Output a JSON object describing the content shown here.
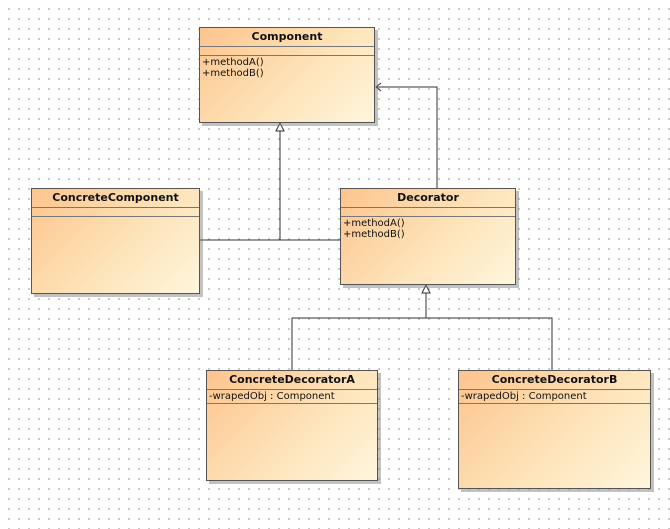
{
  "diagram": {
    "classes": {
      "component": {
        "name": "Component",
        "attributes": [],
        "operations": [
          "+methodA()",
          "+methodB()"
        ]
      },
      "concrete_component": {
        "name": "ConcreteComponent",
        "attributes": [],
        "operations": []
      },
      "decorator": {
        "name": "Decorator",
        "attributes": [],
        "operations": [
          "+methodA()",
          "+methodB()"
        ]
      },
      "concrete_decorator_a": {
        "name": "ConcreteDecoratorA",
        "attributes": [
          "-wrapedObj : Component"
        ],
        "operations": []
      },
      "concrete_decorator_b": {
        "name": "ConcreteDecoratorB",
        "attributes": [
          "-wrapedObj : Component"
        ],
        "operations": []
      }
    },
    "relationships": [
      {
        "type": "generalization",
        "from": "concrete_component",
        "to": "component"
      },
      {
        "type": "generalization",
        "from": "decorator",
        "to": "component"
      },
      {
        "type": "association",
        "from": "decorator",
        "to": "component"
      },
      {
        "type": "generalization",
        "from": "concrete_decorator_a",
        "to": "decorator"
      },
      {
        "type": "generalization",
        "from": "concrete_decorator_b",
        "to": "decorator"
      }
    ]
  }
}
